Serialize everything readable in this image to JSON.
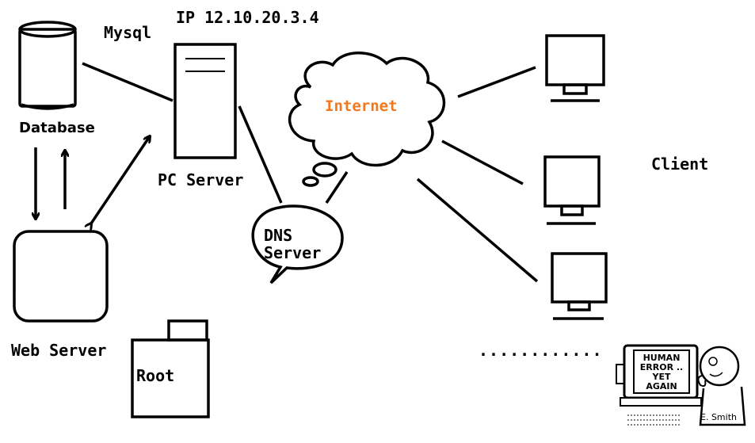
{
  "labels": {
    "ip": "IP 12.10.20.3.4",
    "mysql": "Mysql",
    "database": "Database",
    "pc_server": "PC Server",
    "internet": "Internet",
    "dns_line1": "DNS",
    "dns_line2": "Server",
    "client": "Client",
    "web_server": "Web Server",
    "root": "Root",
    "ellipsis": "............"
  },
  "cartoon": {
    "screen_text": "HUMAN ERROR .. YET AGAIN",
    "signature": "E. Smith"
  },
  "colors": {
    "ink": "#000000",
    "internet_label": "#f07820",
    "background": "#ffffff"
  }
}
